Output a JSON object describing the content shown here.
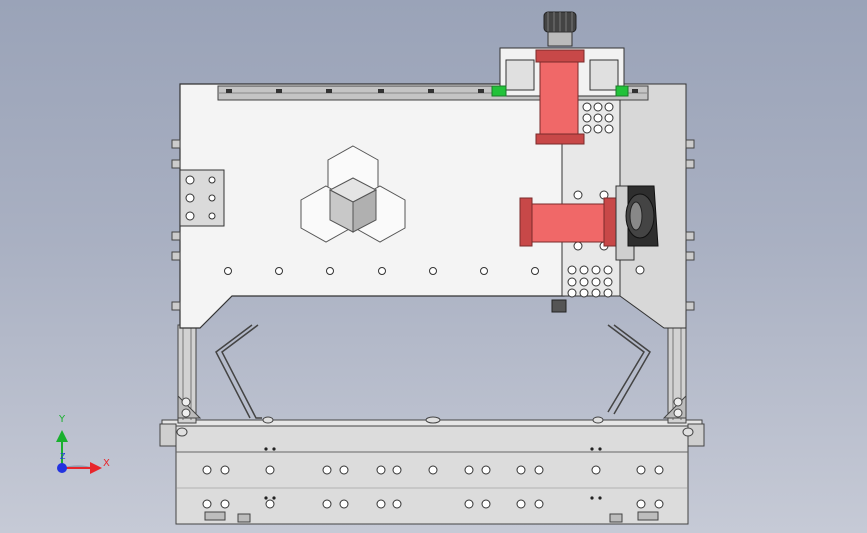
{
  "viewport": {
    "background_top": "#9aa3b8",
    "background_bottom": "#c6cad6"
  },
  "triad": {
    "x_label": "X",
    "y_label": "Y",
    "z_label": "Z",
    "x_color": "#e8262c",
    "y_color": "#19b02e",
    "z_color": "#2233e0"
  },
  "colors": {
    "frame_light": "#f2f2f2",
    "frame_grey": "#d6d6d6",
    "rail": "#b5b5b5",
    "motor_red": "#f06868",
    "motor_red_dark": "#c84848",
    "accent_green": "#22c23a",
    "dark": "#3a3a3a"
  },
  "icons": {
    "logo": "hexagon-cube-logo-icon"
  }
}
